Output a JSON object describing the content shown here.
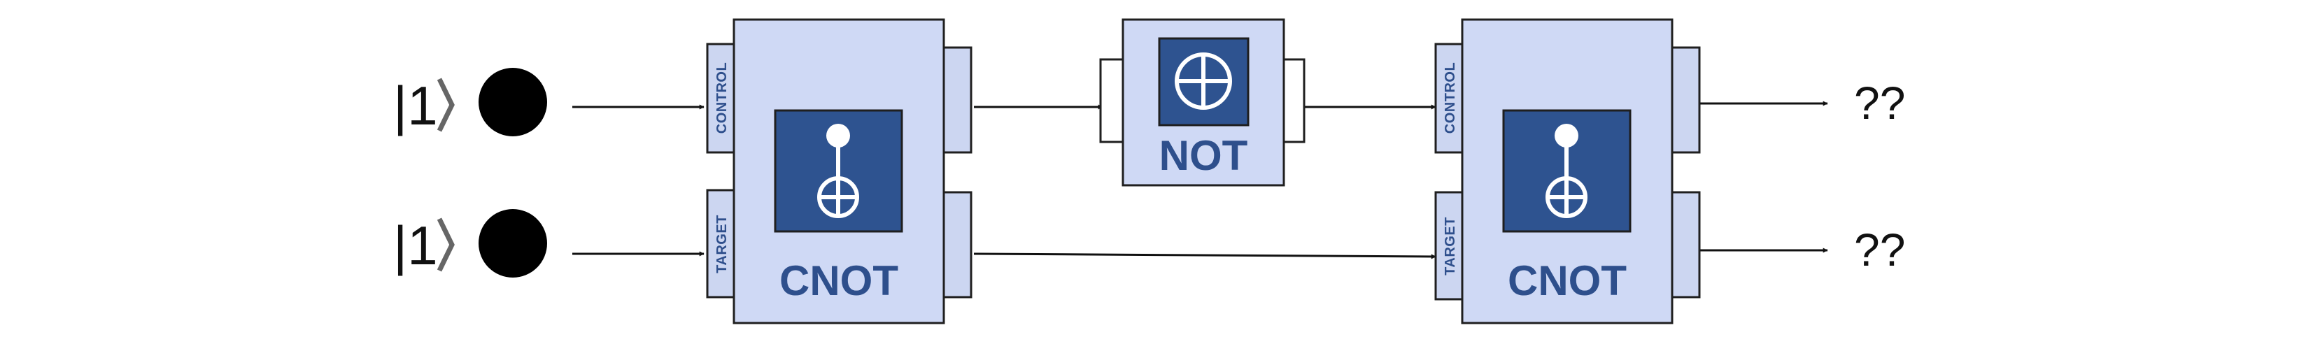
{
  "inputs": [
    {
      "ket": "|1",
      "state": "filled-circle"
    },
    {
      "ket": "|1",
      "state": "filled-circle"
    }
  ],
  "gates": {
    "cnot1": {
      "label": "CNOT",
      "ports": [
        "CONTROL",
        "TARGET"
      ],
      "icon": "cnot-symbol-icon"
    },
    "not": {
      "label": "NOT",
      "icon": "xor-plus-icon"
    },
    "cnot2": {
      "label": "CNOT",
      "ports": [
        "CONTROL",
        "TARGET"
      ],
      "icon": "cnot-symbol-icon"
    }
  },
  "outputs": [
    "??",
    "??"
  ],
  "colors": {
    "gate_fill": "#cfd9f5",
    "gate_stroke": "#1f1f1f",
    "icon_fill": "#2e5390",
    "label": "#2e4f8c",
    "port_fill": "#ccd6f1"
  }
}
